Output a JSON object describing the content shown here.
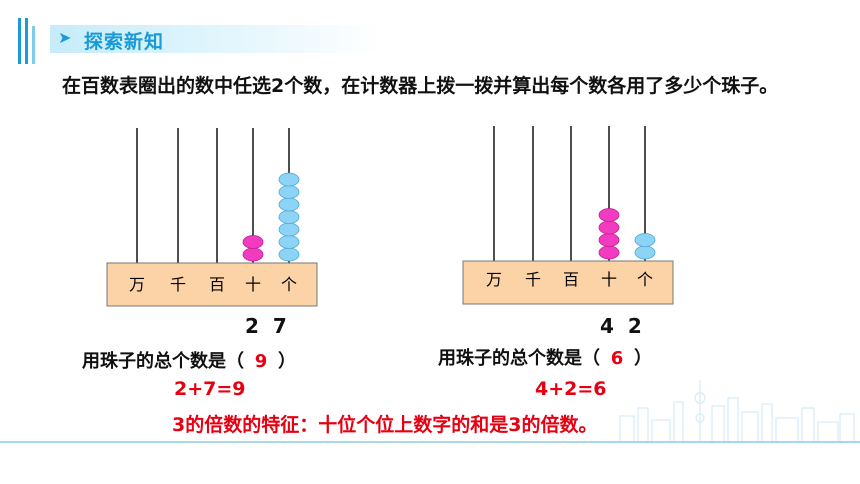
{
  "header": {
    "title": "探索新知",
    "arrow": "➤"
  },
  "instruction": "在百数表圈出的数中任选2个数，在计数器上拨一拨并算出每个数各用了多少个珠子。",
  "place_labels": [
    "万",
    "千",
    "百",
    "十",
    "个"
  ],
  "left": {
    "tens_beads": 2,
    "ones_beads": 7,
    "digits": "2  7",
    "result_label": "用珠子的总个数是（",
    "result_value": "9",
    "result_close": "）",
    "equation": "2+7=9"
  },
  "right": {
    "tens_beads": 4,
    "ones_beads": 2,
    "digits": "4  2",
    "result_label": "用珠子的总个数是（",
    "result_value": "6",
    "result_close": "）",
    "equation": "4+2=6"
  },
  "conclusion": "3的倍数的特征：十位个位上数字的和是3的倍数。",
  "colors": {
    "accent": "#1a9ad6",
    "answer": "#e60012",
    "pink_bead": "#f23bc1",
    "blue_bead": "#8dd3f5",
    "base": "#fbd3a6"
  }
}
